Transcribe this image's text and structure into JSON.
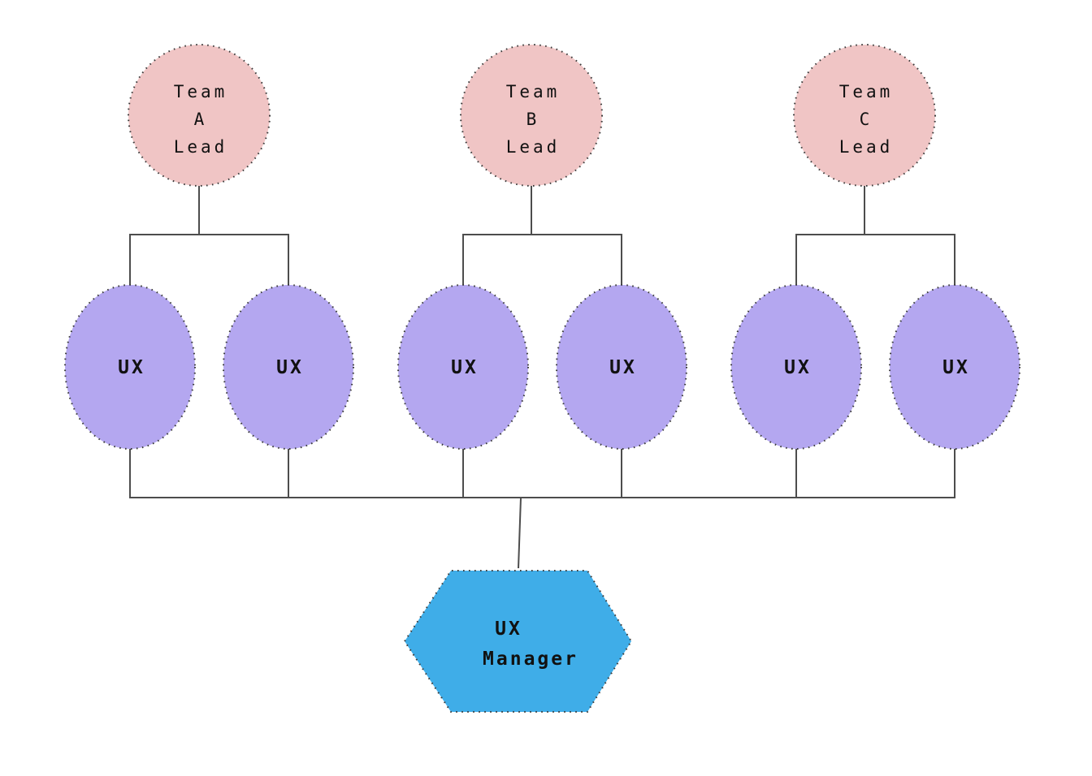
{
  "diagram": {
    "type": "org-chart",
    "colors": {
      "team_fill": "#f0c5c5",
      "ux_fill": "#b4a7f0",
      "manager_fill": "#3fade8",
      "border_dot": "#3a3a3a",
      "connector": "#4d4d4d",
      "text": "#111111",
      "background": "#ffffff"
    },
    "nodes": {
      "teams": [
        {
          "id": "team-a-lead",
          "shape": "circle",
          "lines": [
            "Team",
            "A",
            "Lead"
          ]
        },
        {
          "id": "team-b-lead",
          "shape": "circle",
          "lines": [
            "Team",
            "B",
            "Lead"
          ]
        },
        {
          "id": "team-c-lead",
          "shape": "circle",
          "lines": [
            "Team",
            "C",
            "Lead"
          ]
        }
      ],
      "ux": [
        {
          "id": "ux-1",
          "shape": "ellipse",
          "label": "UX"
        },
        {
          "id": "ux-2",
          "shape": "ellipse",
          "label": "UX"
        },
        {
          "id": "ux-3",
          "shape": "ellipse",
          "label": "UX"
        },
        {
          "id": "ux-4",
          "shape": "ellipse",
          "label": "UX"
        },
        {
          "id": "ux-5",
          "shape": "ellipse",
          "label": "UX"
        },
        {
          "id": "ux-6",
          "shape": "ellipse",
          "label": "UX"
        }
      ],
      "manager": {
        "id": "ux-manager",
        "shape": "hexagon",
        "lines": [
          "UX",
          "Manager"
        ]
      }
    },
    "edges": [
      {
        "from": "team-a-lead",
        "to": "ux-1"
      },
      {
        "from": "team-a-lead",
        "to": "ux-2"
      },
      {
        "from": "team-b-lead",
        "to": "ux-3"
      },
      {
        "from": "team-b-lead",
        "to": "ux-4"
      },
      {
        "from": "team-c-lead",
        "to": "ux-5"
      },
      {
        "from": "team-c-lead",
        "to": "ux-6"
      },
      {
        "from": "ux-1",
        "to": "ux-manager"
      },
      {
        "from": "ux-2",
        "to": "ux-manager"
      },
      {
        "from": "ux-3",
        "to": "ux-manager"
      },
      {
        "from": "ux-4",
        "to": "ux-manager"
      },
      {
        "from": "ux-5",
        "to": "ux-manager"
      },
      {
        "from": "ux-6",
        "to": "ux-manager"
      }
    ]
  }
}
